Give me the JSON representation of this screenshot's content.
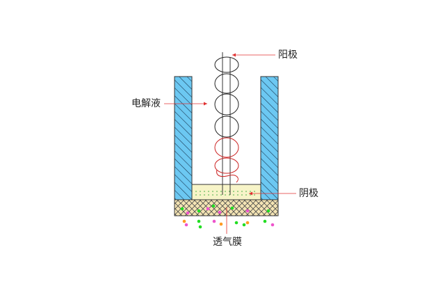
{
  "labels": {
    "anode": "阳极",
    "electrolyte": "电解液",
    "cathode": "阴极",
    "membrane": "透气膜"
  },
  "colors": {
    "wall_fill": "#6cc8f2",
    "wall_hatch": "#1a3a55",
    "outline": "#333333",
    "leader": "#e03030",
    "coil_dark": "#222222",
    "coil_red": "#cc2222",
    "cathode_fill": "#f7f4c8",
    "cathode_dots": "#3aa83a",
    "membrane_fill": "#f4e4b4",
    "membrane_hatch": "#4a4a4a",
    "particle_green": "#22dd22",
    "particle_pink": "#ee55cc",
    "particle_orange": "#ff9a22"
  }
}
